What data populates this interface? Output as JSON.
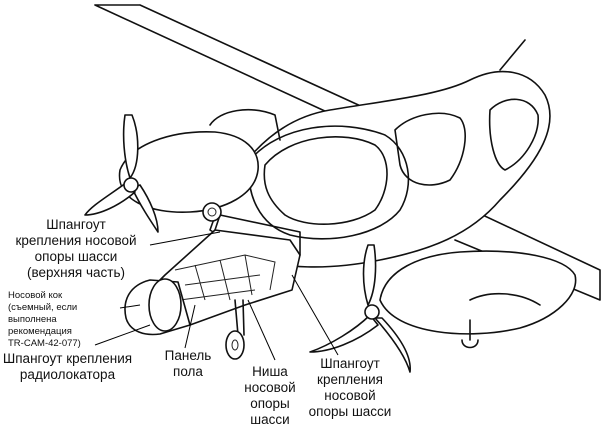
{
  "labels": {
    "frame_nose_gear_upper": "Шпангоут\nкрепления носовой\nопоры шасси\n(верхняя часть)",
    "nose_cone": "Носовой кок\n(съемный, если\nвыполнена\nрекомендация\nTR-CAM-42-077)",
    "frame_radar": "Шпангоут крепления\nрадиолокатора",
    "floor_panel": "Панель\nпола",
    "nose_gear_well": "Ниша\nносовой\nопоры\nшасси",
    "frame_nose_gear": "Шпангоут\nкрепления\nносовой\nопоры шасси"
  }
}
